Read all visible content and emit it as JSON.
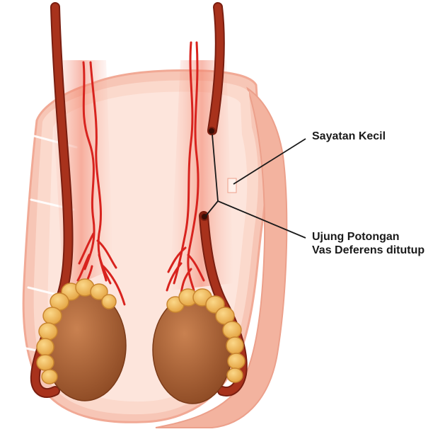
{
  "labels": {
    "small_incision": "Sayatan Kecil",
    "cut_ends_line1": "Ujung Potongan",
    "cut_ends_line2": "Vas Deferens ditutup"
  },
  "colors": {
    "skin_outer": "#f7c6b6",
    "skin_inner": "#fde5dc",
    "skin_edge": "#f1a995",
    "vas_deferens": "#a8321c",
    "vas_deferens_dark": "#7a1e10",
    "artery": "#d8231e",
    "testis": "#b56a3b",
    "testis_dark": "#8d4a24",
    "epididymis": "#f2b95a",
    "epididymis_edge": "#c98630",
    "leader_line": "#1a1a1a"
  }
}
